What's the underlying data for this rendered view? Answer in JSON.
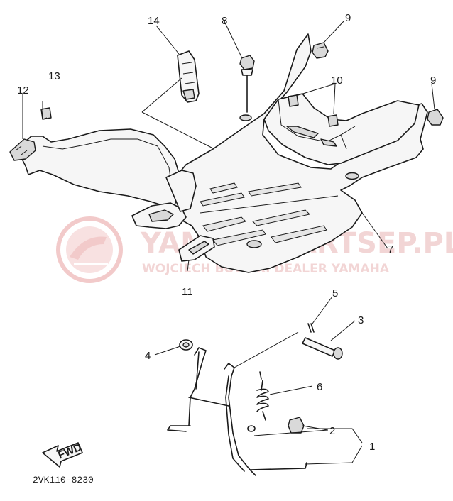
{
  "watermark": {
    "line1": "YAMAHAPARTSEP.PL",
    "line2": "WOJCIECH BOWSKI DEALER YAMAHA",
    "color": "#e8a0a0"
  },
  "diagram_code": "2VK110-8230",
  "fwd_label": "FWD",
  "callouts": {
    "c1": "1",
    "c2": "2",
    "c3": "3",
    "c4": "4",
    "c5": "5",
    "c6": "6",
    "c7": "7",
    "c8": "8",
    "c9a": "9",
    "c9b": "9",
    "c10": "10",
    "c11": "11",
    "c12": "12",
    "c13": "13",
    "c14": "14"
  }
}
